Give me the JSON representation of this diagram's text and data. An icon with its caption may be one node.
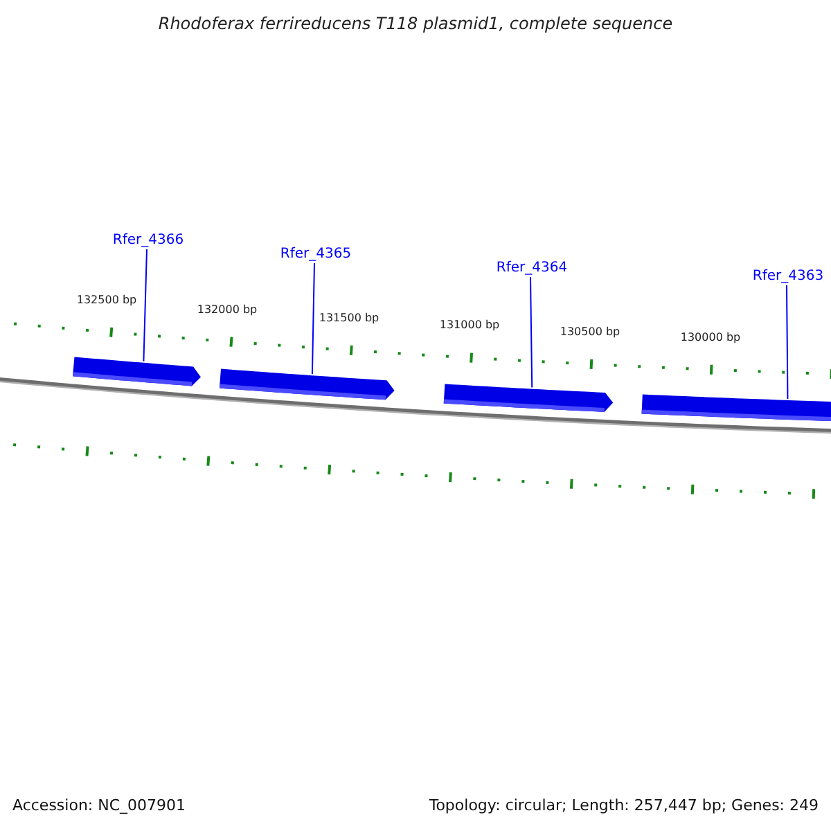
{
  "diagram": {
    "title": "Rhodoferax ferrireducens T118 plasmid1, complete sequence",
    "nodes": [
      {
        "text": [
          "Rfer_4366"
        ]
      },
      {
        "text": [
          "Rfer_4365"
        ]
      },
      {
        "text": [
          "Rfer_4364"
        ]
      },
      {
        "text": [
          "Rfer_4363"
        ]
      },
      {
        "text": [],
        "shape": "bar"
      },
      {
        "text": [],
        "shape": "bar"
      },
      {
        "text": [],
        "shape": "bar"
      },
      {
        "text": [],
        "shape": "bar"
      }
    ],
    "edges": [
      {
        "from": 0,
        "to": 4,
        "arrow": "none"
      },
      {
        "from": 1,
        "to": 5,
        "arrow": "none"
      },
      {
        "from": 2,
        "to": 6,
        "arrow": "none"
      },
      {
        "from": 3,
        "to": 7,
        "arrow": "none"
      }
    ],
    "labels": [
      "132500 bp",
      "132000 bp",
      "131500 bp",
      "131000 bp",
      "130500 bp",
      "130000 bp",
      "Accession: NC_007901",
      "Topology: circular; Length: 257,447 bp; Genes: 249"
    ]
  }
}
